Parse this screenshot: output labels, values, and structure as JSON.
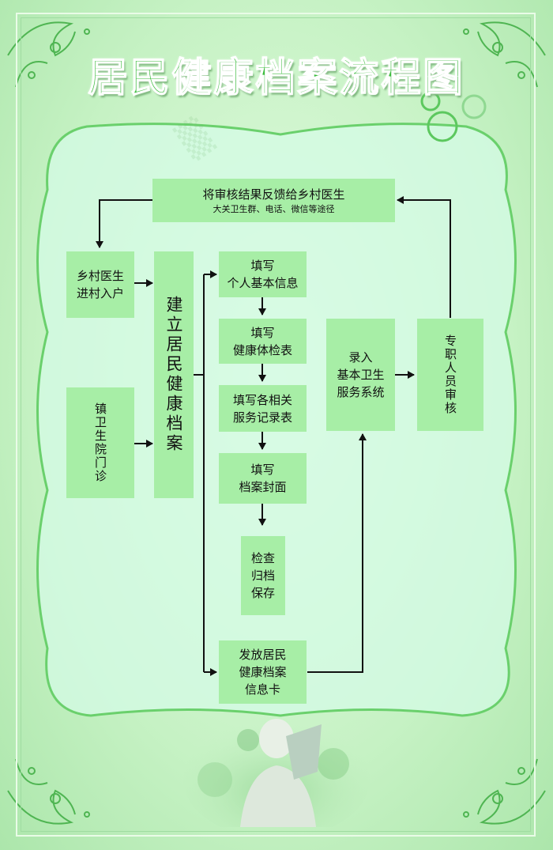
{
  "title": "居民健康档案流程图",
  "nodes": {
    "feedback": {
      "line1": "将审核结果反馈给乡村医生",
      "line2": "大关卫生群、电话、微信等途径"
    },
    "village_doctor": "乡村医生\n进村入户",
    "town_clinic": "镇卫生院门诊",
    "build_record": "建立居民健康档案",
    "fill_basic": "填写\n个人基本信息",
    "fill_exam": "填写\n健康体检表",
    "fill_service": "填写各相关\n服务记录表",
    "fill_cover": "填写\n档案封面",
    "archive": "检查\n归档\n保存",
    "issue_card": "发放居民\n健康档案\n信息卡",
    "enter_system": "录入\n基本卫生\n服务系统",
    "review": "专职人员审核"
  },
  "colors": {
    "box": "#a7eea6",
    "title": "#3cbc3e",
    "background": "#c6f2c4"
  }
}
